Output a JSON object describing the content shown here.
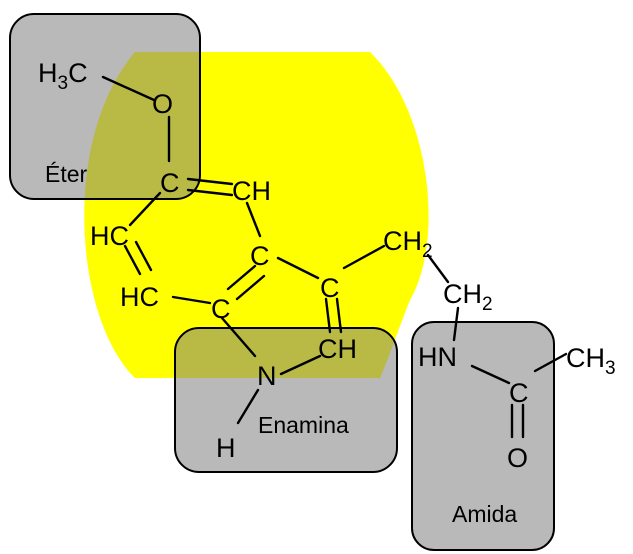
{
  "colors": {
    "highlight": "#ffff00",
    "group_box": "#808080",
    "ink": "#000000",
    "background": "#ffffff"
  },
  "groups": {
    "ether": "Éter",
    "enamine": "Enamina",
    "amide": "Amida"
  },
  "atoms": {
    "h3c": {
      "main": "H",
      "sub": "3",
      "tail": "C"
    },
    "o_ether": "O",
    "c_ring_top": "C",
    "ch_top": "CH",
    "hc_upper": "HC",
    "hc_lower": "HC",
    "c_mid": "C",
    "c_right": "C",
    "c_lower": "C",
    "n": "N",
    "ch_pyrrole": "CH",
    "h_n": "H",
    "ch2_a": {
      "main": "CH",
      "sub": "2"
    },
    "ch2_b": {
      "main": "CH",
      "sub": "2"
    },
    "hn": "HN",
    "c_amide": "C",
    "ch3": {
      "main": "CH",
      "sub": "3"
    },
    "o_amide": "O"
  }
}
